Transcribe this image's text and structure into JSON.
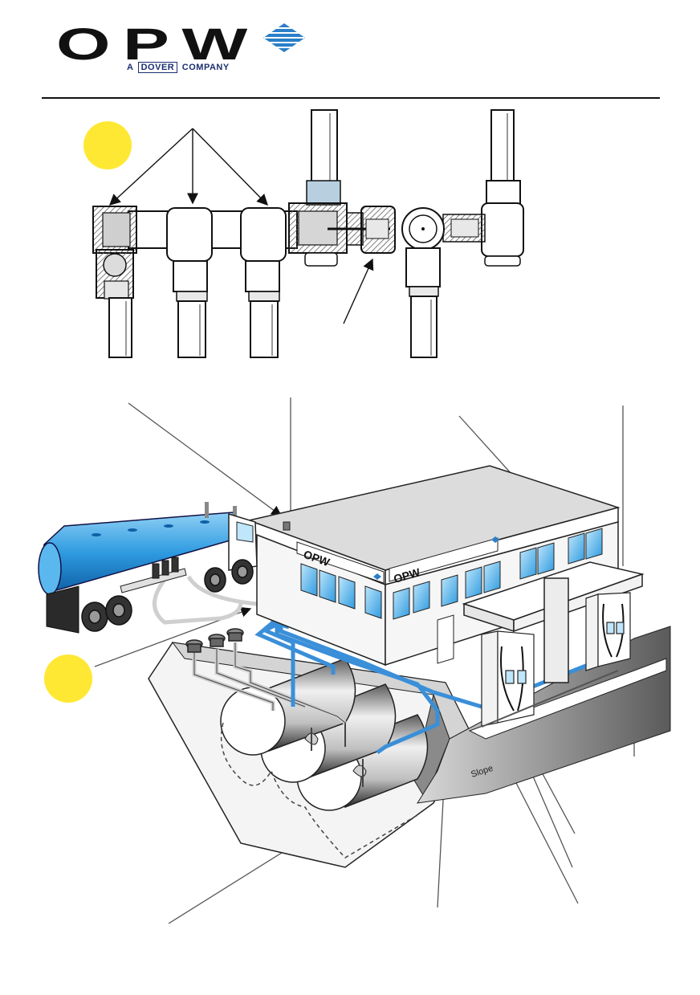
{
  "header": {
    "logo_word": "OPW",
    "logo_tag_prefix": "A",
    "logo_tag_brand": "DOVER",
    "logo_tag_suffix": "COMPANY"
  },
  "station": {
    "sign_left": "OPW",
    "sign_right": "OPW",
    "slope_label": "Slope"
  },
  "colors": {
    "marker": "#ffe833",
    "pipe_blue": "#3a8fd8",
    "tanker_blue": "#2f9be0",
    "logo_accent": "#2a7fc8"
  }
}
